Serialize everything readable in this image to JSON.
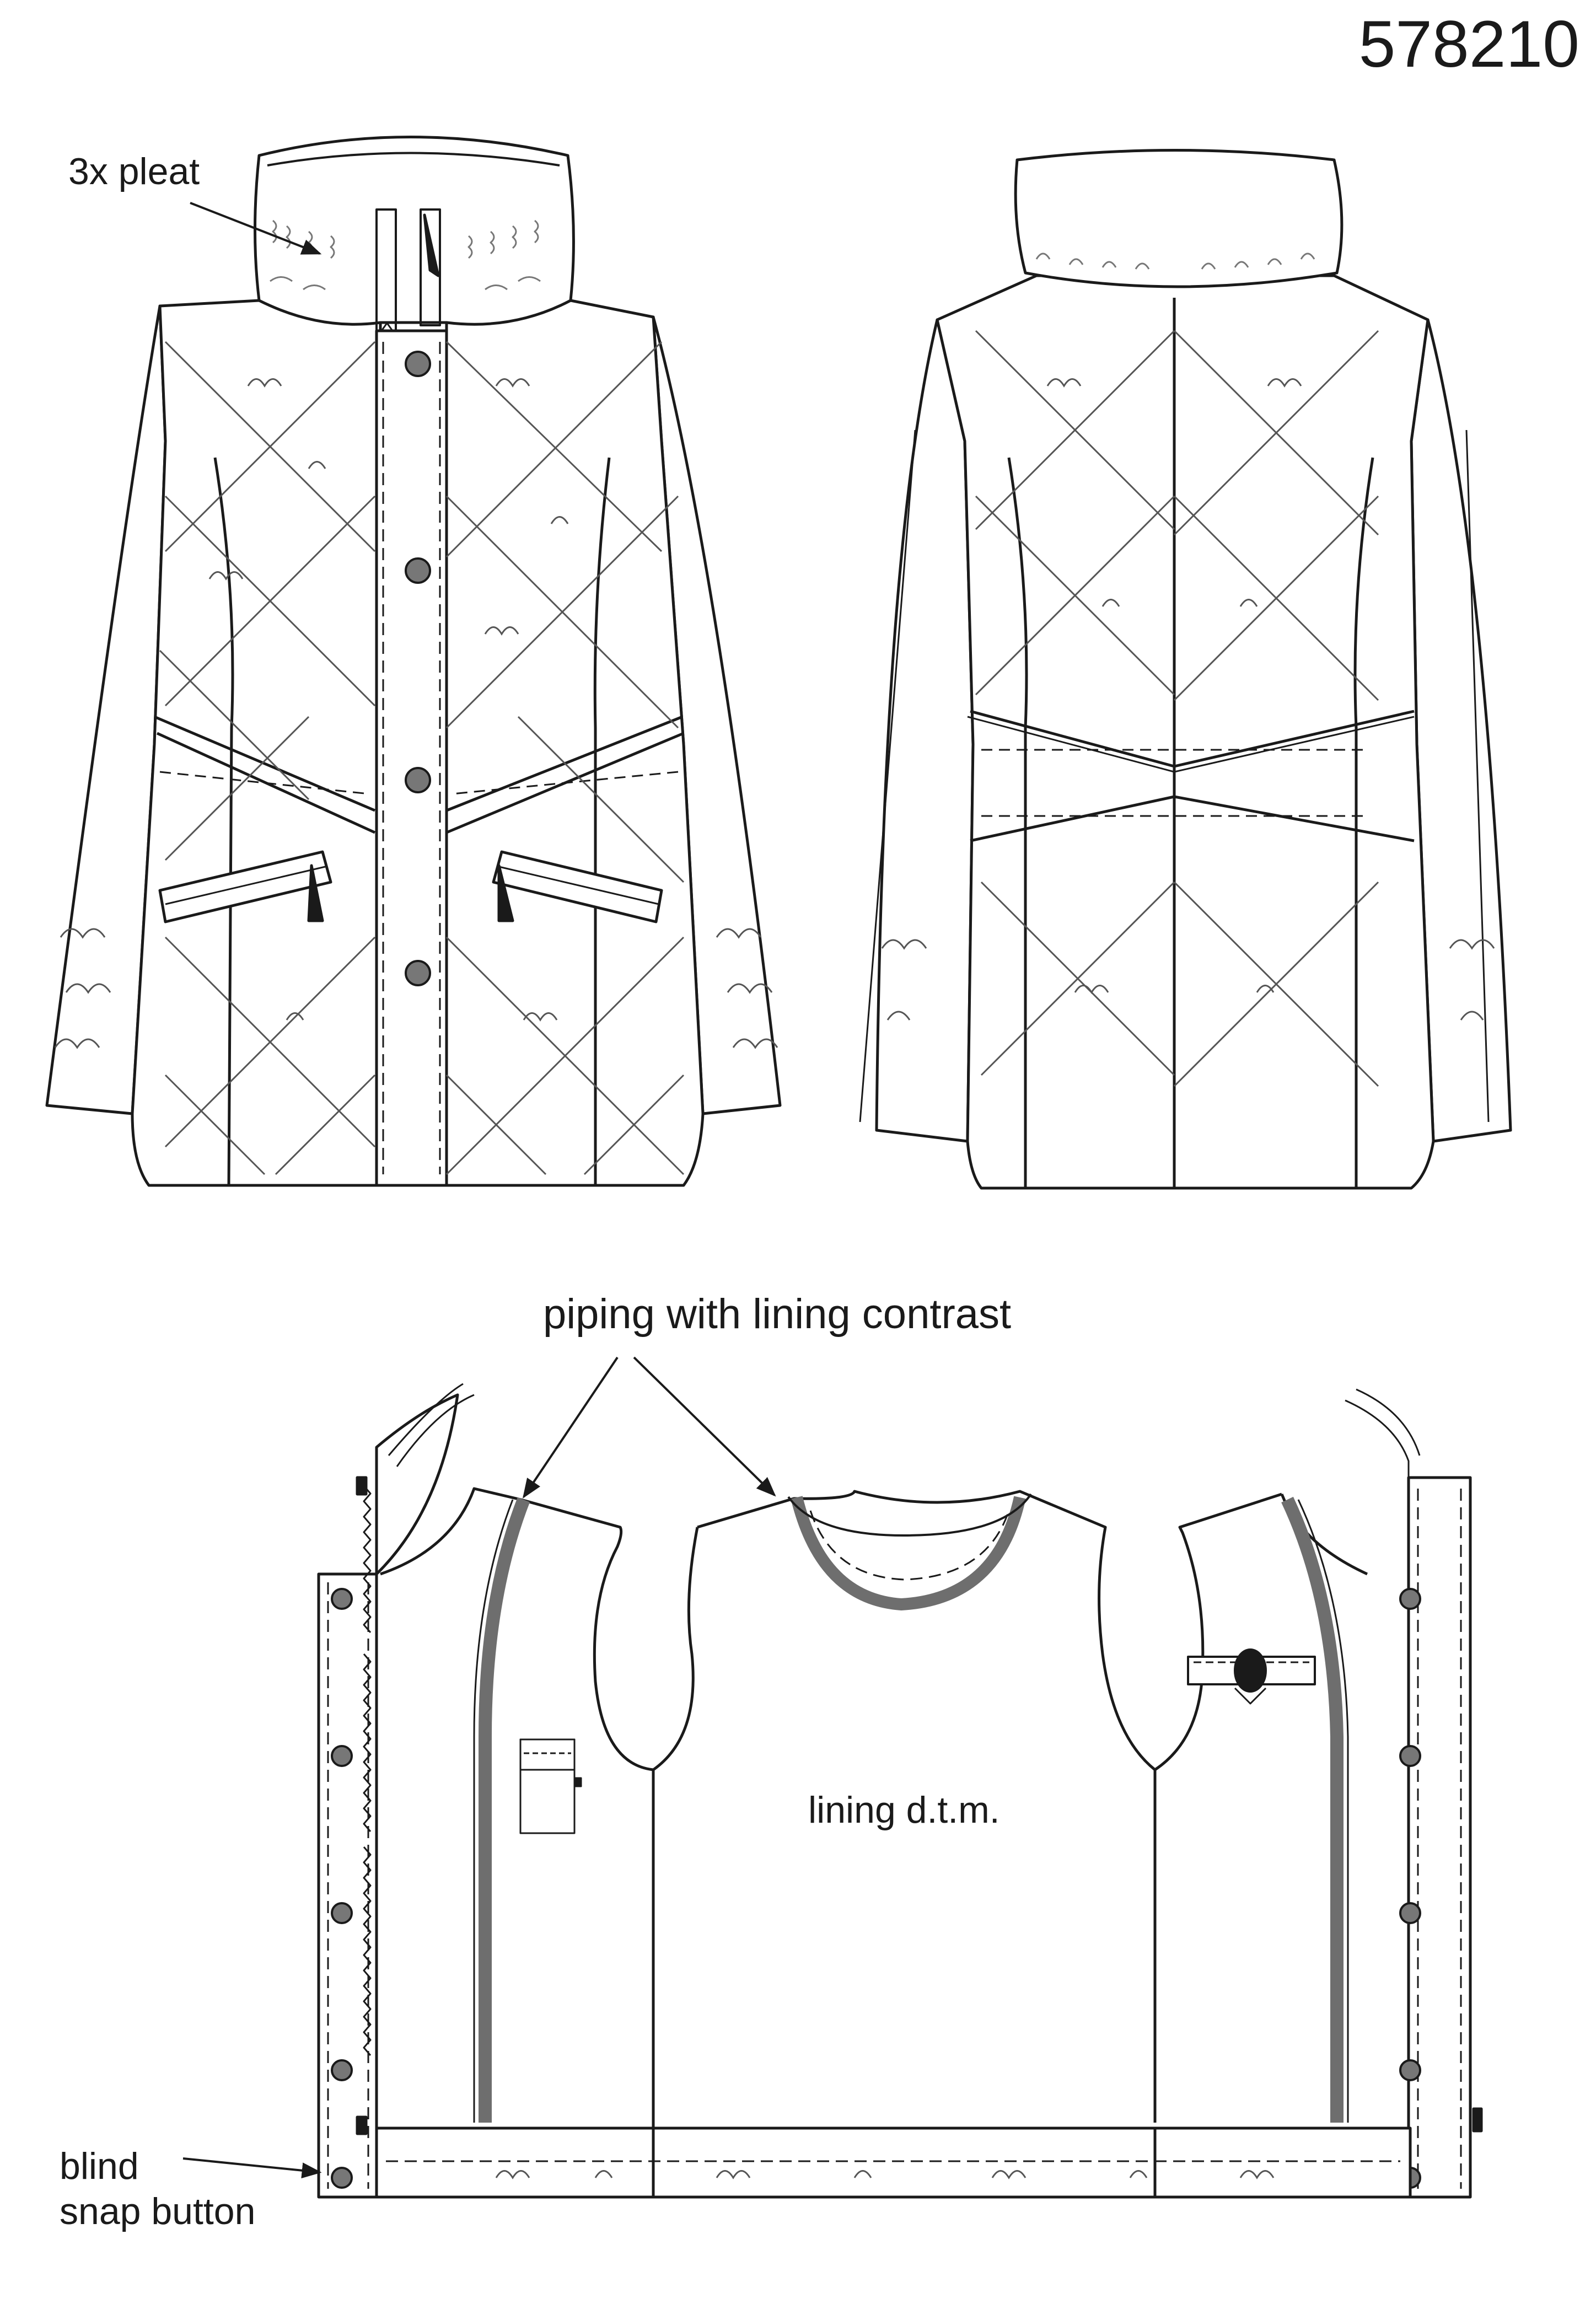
{
  "style_number": "578210",
  "callouts": {
    "pleat": "3x pleat",
    "piping": "piping with lining contrast",
    "lining": "lining d.t.m.",
    "snap_line1": "blind",
    "snap_line2": "snap button"
  },
  "colors": {
    "outline": "#1a1a1a",
    "piping": "#6e6e6e",
    "button_fill": "#777777",
    "quilt_texture": "#555555"
  },
  "views": [
    "front-view",
    "back-view",
    "inside-lining-view"
  ]
}
